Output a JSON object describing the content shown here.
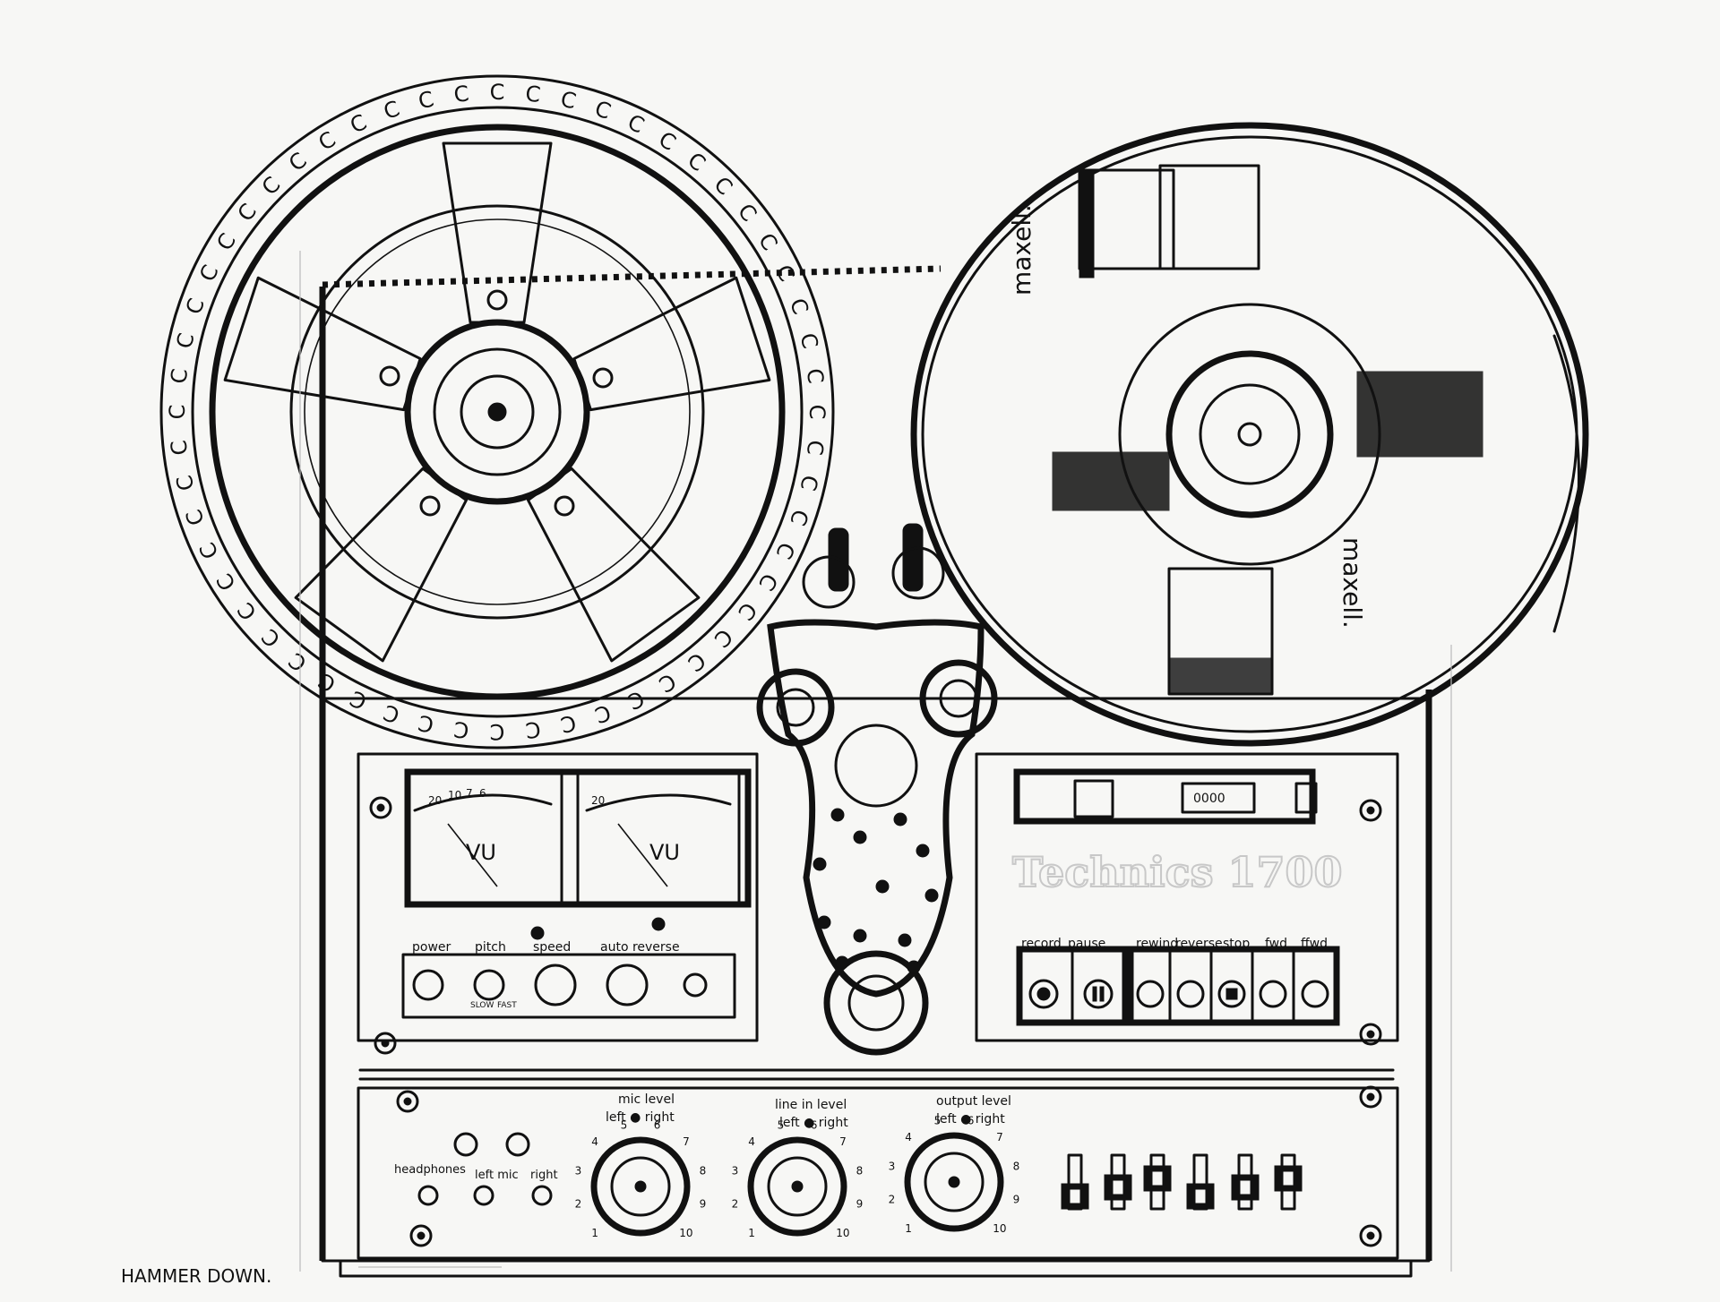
{
  "reels": {
    "left_reel_glyph": "C",
    "right_reel_brand_top": "maxell.",
    "right_reel_brand_bottom": "maxell."
  },
  "meters": {
    "left_unit": "VU",
    "right_unit": "VU",
    "left_scale": [
      "20",
      "10",
      "7",
      "6"
    ],
    "right_scale": [
      "20"
    ]
  },
  "brand_ghost": "Technics 1700",
  "counter_digits": "0000",
  "left_controls": {
    "power": "power",
    "pitch": "pitch",
    "speed": "speed",
    "auto_reverse": "auto reverse",
    "slow": "SLOW",
    "fast": "FAST"
  },
  "transport": {
    "record": "record",
    "pause": "pause",
    "rewind": "rewind",
    "reverse": "reverse",
    "stop": "stop",
    "fwd": "fwd",
    "ffwd": "ffwd"
  },
  "lower_panel": {
    "mic_level": "mic level",
    "mic_lr": "left ● right",
    "line_in_level": "line in level",
    "line_lr": "left ● right",
    "output_level": "output level",
    "output_lr": "left ● right",
    "headphones": "headphones",
    "left_mic": "left mic",
    "right": "right",
    "dial_numbers": [
      "1",
      "2",
      "3",
      "4",
      "5",
      "6",
      "7",
      "8",
      "9",
      "10"
    ]
  },
  "signature": "HAMMER DOWN."
}
